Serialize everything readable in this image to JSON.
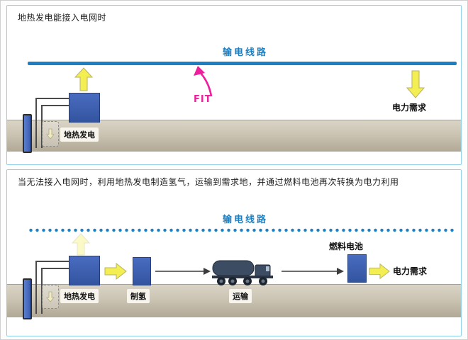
{
  "colors": {
    "transmission_blue": "#1d7fc1",
    "box_blue": "#3a5fb5",
    "arrow_yellow": "#f3ee52",
    "fit_pink": "#ee1e9c",
    "ground_tan": "#c9c2b2",
    "panel_border_blue": "#8fd0e8"
  },
  "panel1": {
    "title": "地热发电能接入电网时",
    "transmission_line_label": "输电线路",
    "fit_label": "FIT",
    "power_demand_label": "电力需求",
    "geothermal_label": "地热发电"
  },
  "panel2": {
    "title": "当无法接入电网时，利用地热发电制造氢气，运输到需求地，并通过燃料电池再次转换为电力利用",
    "transmission_line_label": "输电线路",
    "geothermal_label": "地热发电",
    "hydrogen_label": "制氢",
    "transport_label": "运输",
    "fuel_cell_label": "燃料电池",
    "power_demand_label": "电力需求"
  }
}
